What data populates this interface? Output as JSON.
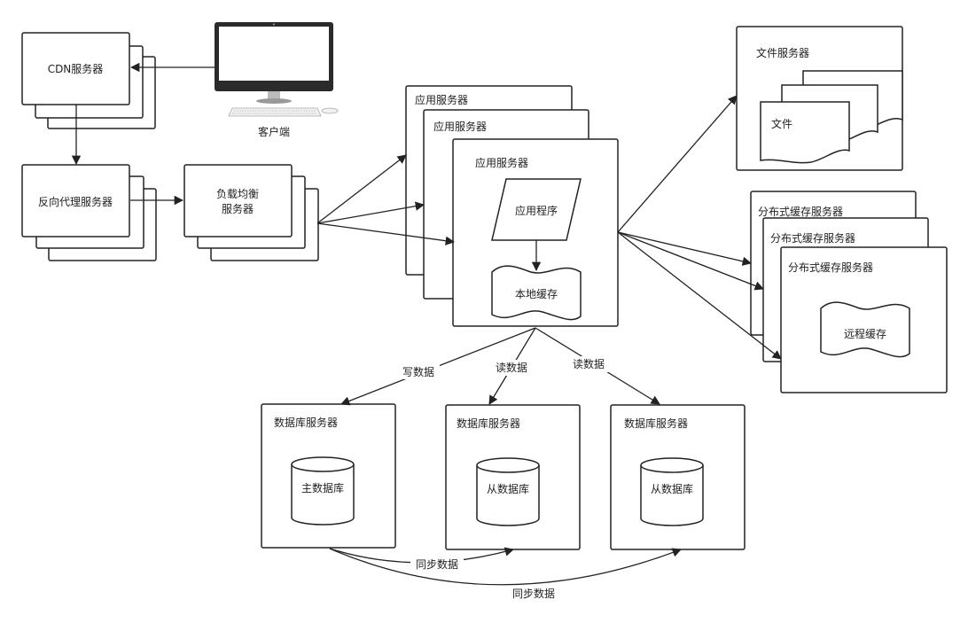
{
  "client": {
    "label": "客户端"
  },
  "cdn": {
    "label": "CDN服务器"
  },
  "reverse_proxy": {
    "label": "反向代理服务器"
  },
  "load_balancer": {
    "line1": "负载均衡",
    "line2": "服务器"
  },
  "app_servers": {
    "back_label": "应用服务器",
    "middle_label": "应用服务器",
    "front_label": "应用服务器",
    "program": "应用程序",
    "local_cache": "本地缓存"
  },
  "file_server": {
    "label": "文件服务器",
    "file": "文件"
  },
  "distributed_cache": {
    "back_label": "分布式缓存服务器",
    "middle_label": "分布式缓存服务器",
    "front_label": "分布式缓存服务器",
    "remote_cache": "远程缓存"
  },
  "db_servers": {
    "master_server": "数据库服务器",
    "master_db": "主数据库",
    "slave1_server": "数据库服务器",
    "slave1_db": "从数据库",
    "slave2_server": "数据库服务器",
    "slave2_db": "从数据库"
  },
  "edges": {
    "write_data": "写数据",
    "read_data_1": "读数据",
    "read_data_2": "读数据",
    "sync_data_1": "同步数据",
    "sync_data_2": "同步数据"
  }
}
